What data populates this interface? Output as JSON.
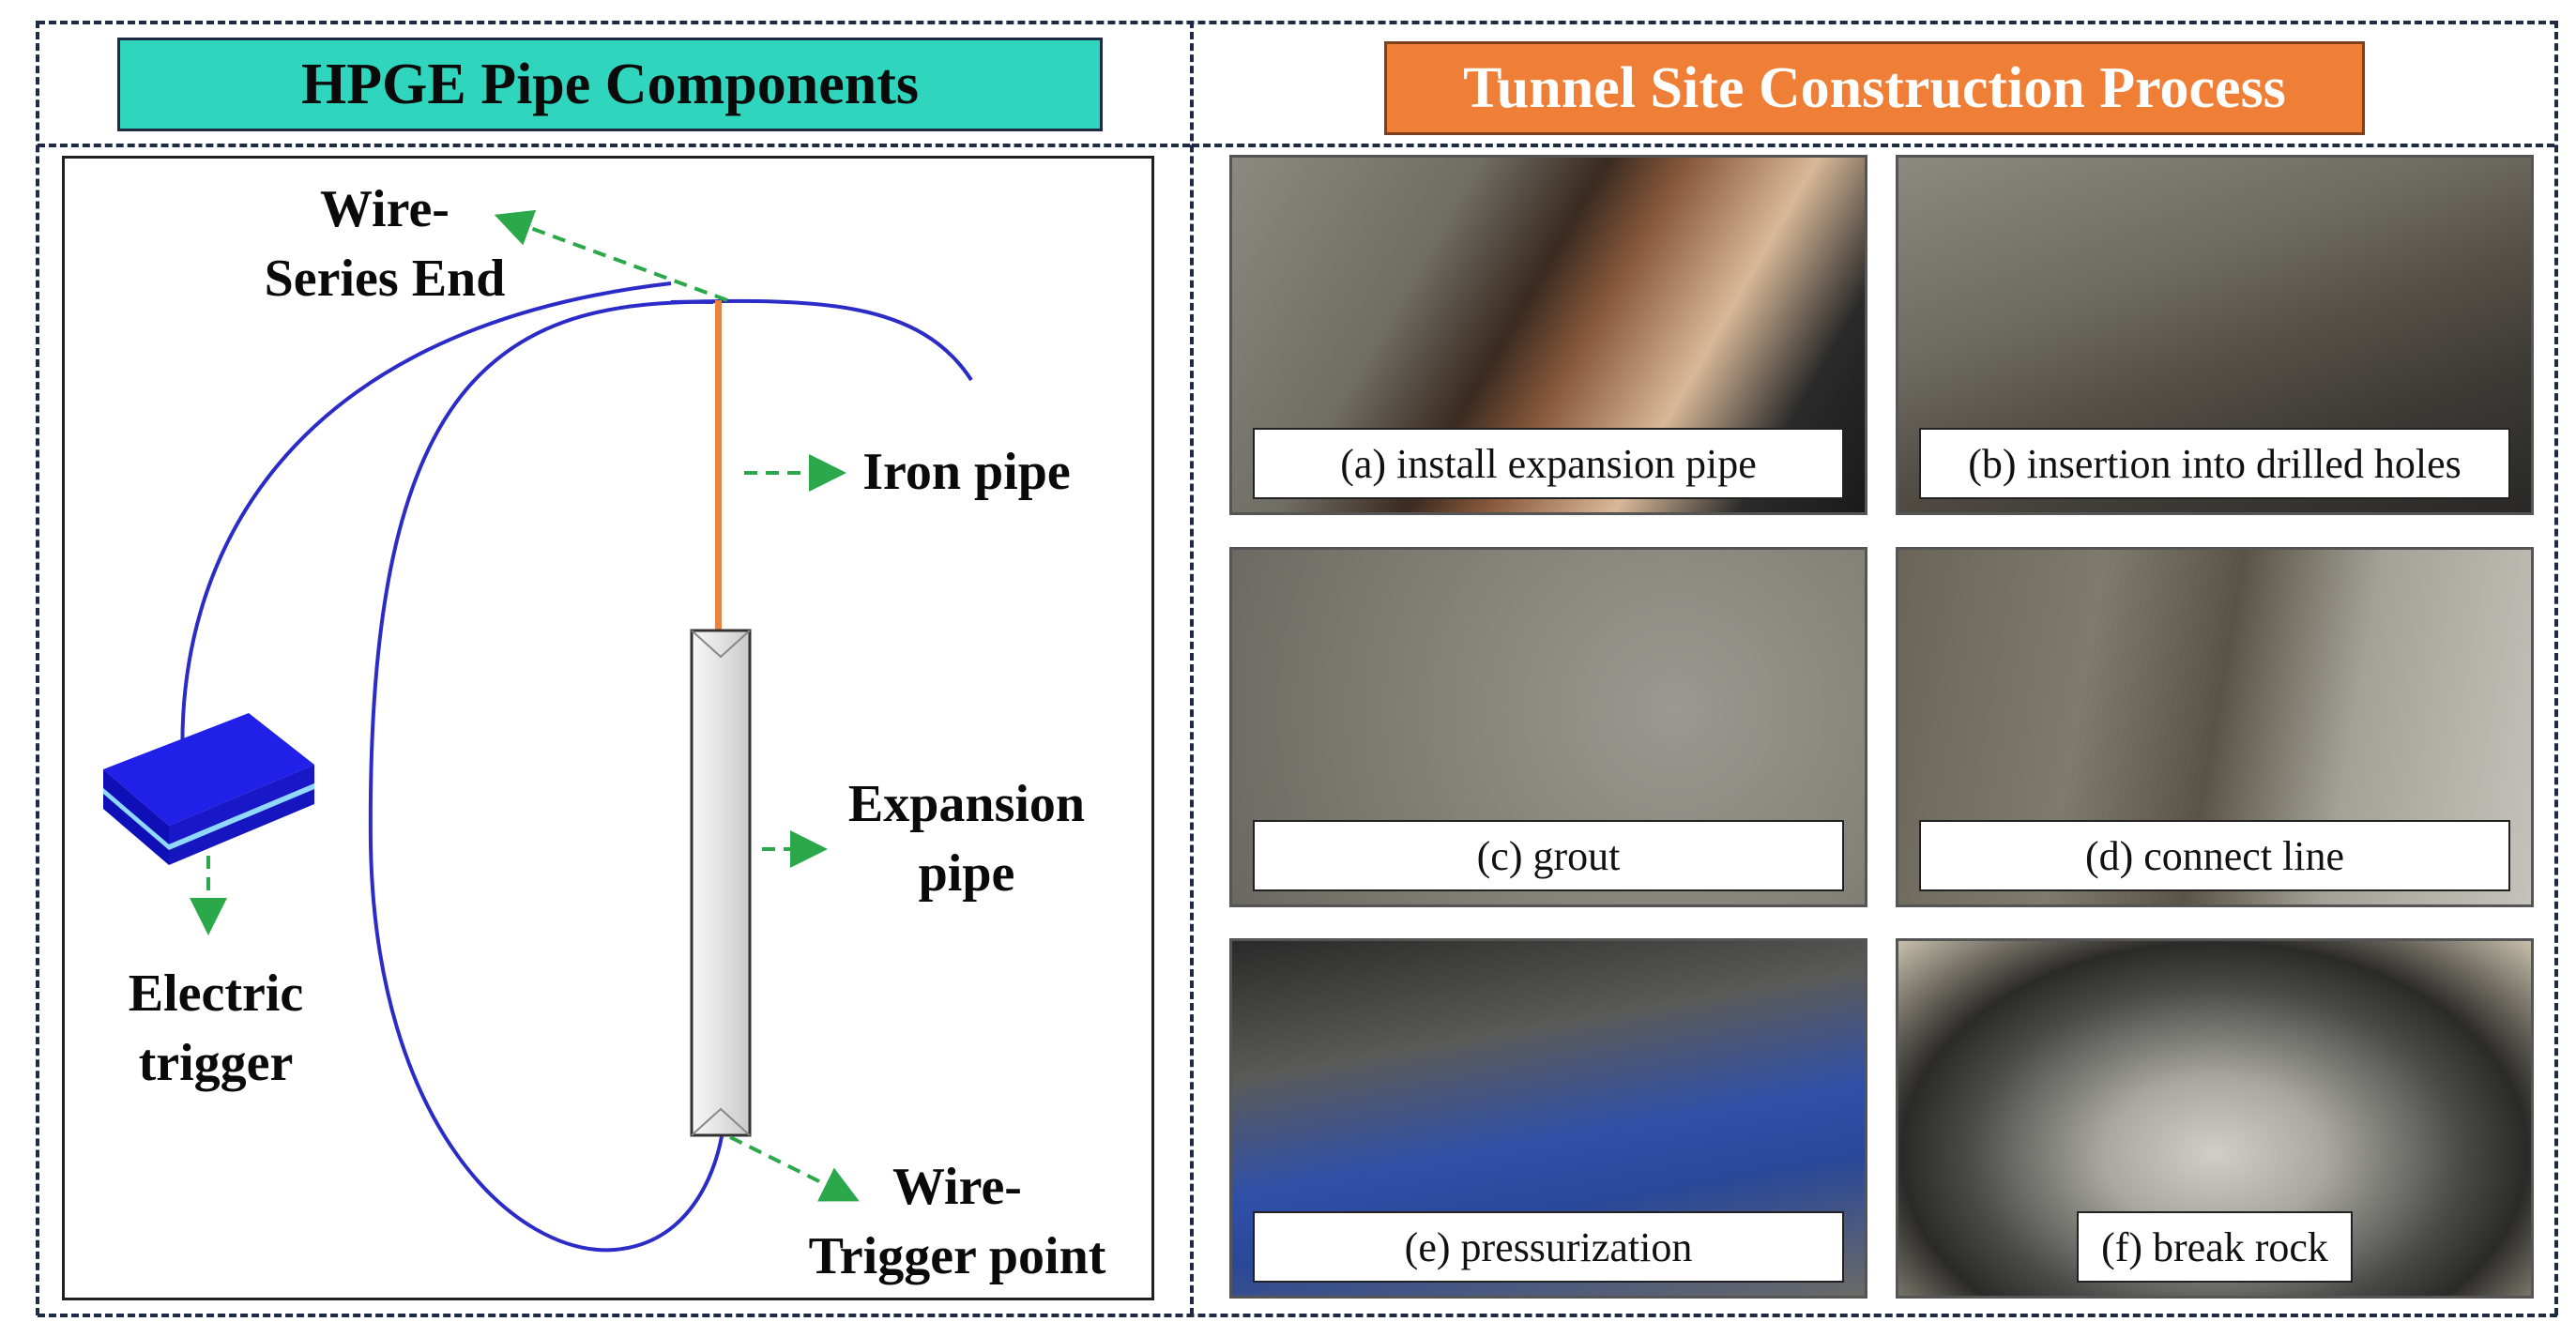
{
  "left_panel": {
    "title": "HPGE Pipe Components",
    "labels": {
      "wire_series_end": [
        "Wire-",
        "Series End"
      ],
      "iron_pipe": "Iron pipe",
      "expansion_pipe": [
        "Expansion",
        "pipe"
      ],
      "electric_trigger": [
        "Electric",
        "trigger"
      ],
      "wire_trigger_point": [
        "Wire-",
        "Trigger point"
      ]
    }
  },
  "right_panel": {
    "title": "Tunnel Site Construction Process",
    "steps": [
      {
        "caption": "(a) install expansion pipe"
      },
      {
        "caption": "(b) insertion into drilled holes"
      },
      {
        "caption": "(c) grout"
      },
      {
        "caption": "(d) connect line"
      },
      {
        "caption": "(e) pressurization"
      },
      {
        "caption": "(f) break rock"
      }
    ]
  },
  "colors": {
    "left_title_bg": "#2fd6bd",
    "right_title_bg": "#ef7f37",
    "wire": "#2b2bc8",
    "iron_pipe": "#e8843f",
    "arrow": "#2aa84a",
    "trigger_box": "#1a1ae0",
    "dashed_frame": "#1f2a44"
  }
}
